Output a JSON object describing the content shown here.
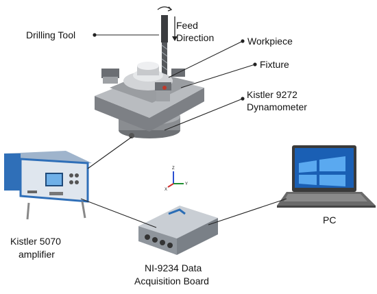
{
  "labels": {
    "drilling_tool": "Drilling Tool",
    "feed_direction_1": "Feed",
    "feed_direction_2": "Direction",
    "workpiece": "Workpiece",
    "fixture": "Fixture",
    "dynamometer_1": "Kistler 9272",
    "dynamometer_2": "Dynamometer",
    "amplifier_1": "Kistler 5070",
    "amplifier_2": "amplifier",
    "daq_1": "NI-9234 Data",
    "daq_2": "Acquisition Board",
    "pc": "PC"
  },
  "axes": {
    "z": "Z",
    "x": "X",
    "y": "Y"
  },
  "colors": {
    "fixture_body": "#8c8f93",
    "fixture_light": "#c7c9cc",
    "amplifier_blue": "#2f6fb8",
    "amplifier_panel": "#dfe6ee",
    "daq_body": "#a9afb6",
    "screen_blue": "#1a5fb4",
    "laptop_body": "#4a4a4a",
    "axis_x": "#d12a2a",
    "axis_y": "#1f8f2f",
    "axis_z": "#2a4fd1"
  }
}
